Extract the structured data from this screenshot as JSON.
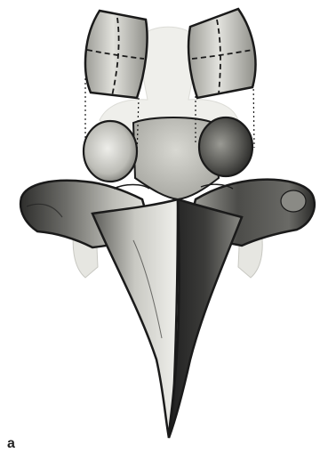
{
  "figure": {
    "panel_label": "a",
    "colors": {
      "bone_light": "#e8e8e4",
      "bone_mid": "#b8b8b2",
      "bone_dark": "#3a3a38",
      "outline": "#1a1a1a",
      "ghost": "#eeeeea"
    },
    "parts": [
      {
        "name": "left-articular-facet",
        "kind": "graft-block"
      },
      {
        "name": "right-articular-facet",
        "kind": "graft-block"
      },
      {
        "name": "vertebral-body-ghost",
        "kind": "translucent-structure"
      },
      {
        "name": "left-facet-joint",
        "kind": "bone"
      },
      {
        "name": "right-facet-joint",
        "kind": "bone"
      },
      {
        "name": "lamina",
        "kind": "bone"
      },
      {
        "name": "left-transverse-process",
        "kind": "bone"
      },
      {
        "name": "right-transverse-process",
        "kind": "bone"
      },
      {
        "name": "spinous-process",
        "kind": "bone"
      }
    ]
  }
}
